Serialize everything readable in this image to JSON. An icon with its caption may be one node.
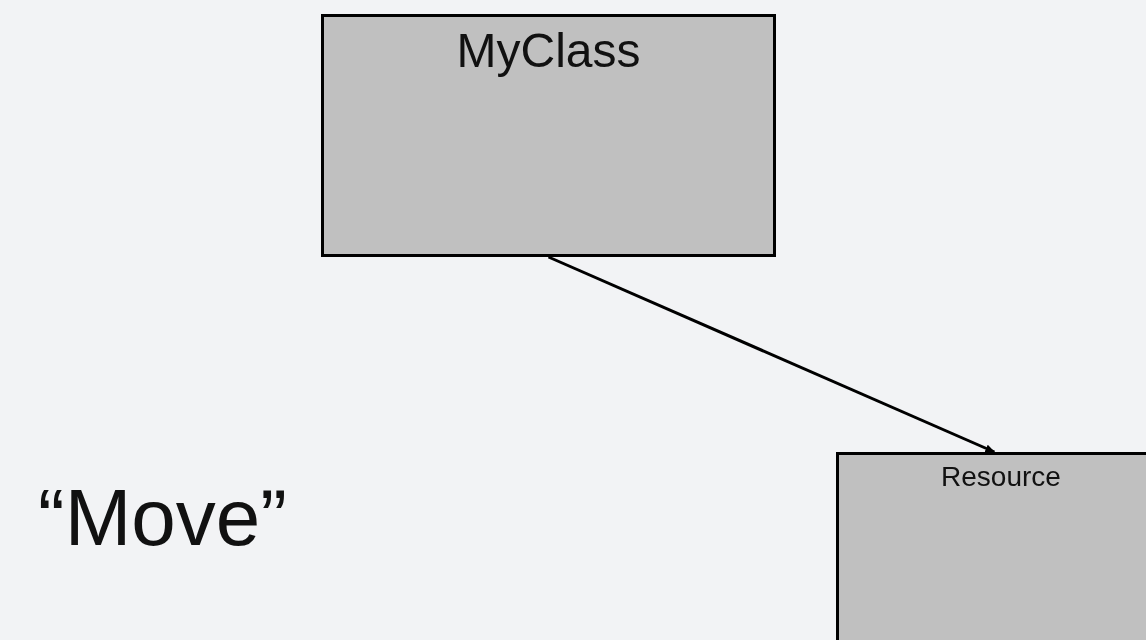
{
  "diagram": {
    "nodes": [
      {
        "text": [
          "MyClass"
        ]
      },
      {
        "text": [
          "Resource"
        ]
      }
    ],
    "edges": [
      {
        "from": 0,
        "to": 1,
        "arrow": "to"
      }
    ],
    "labels": [
      "“Move”"
    ]
  }
}
